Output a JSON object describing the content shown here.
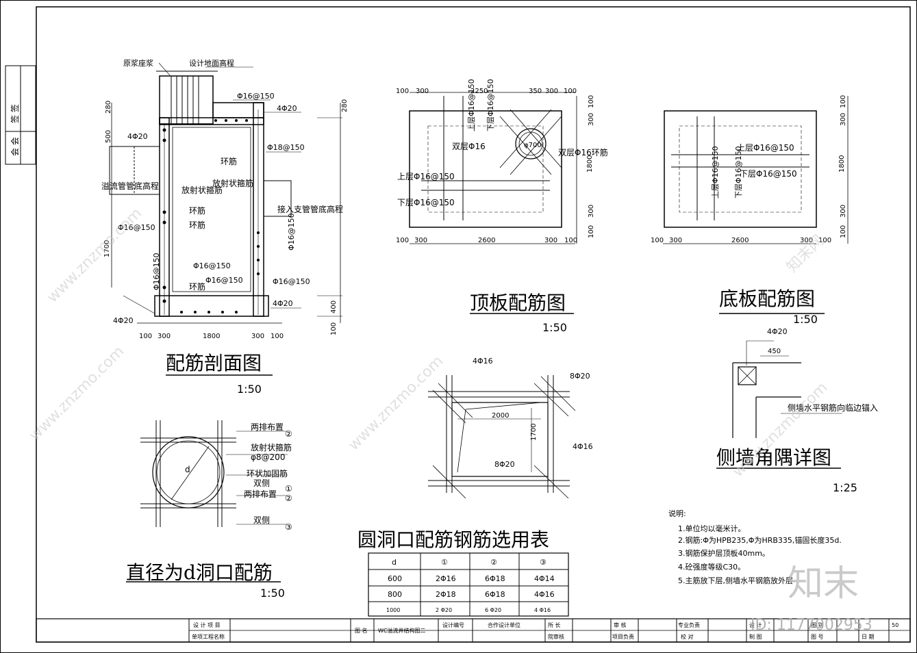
{
  "left_strip": {
    "cells": [
      "签 签",
      "会 会"
    ]
  },
  "section": {
    "title": "配筋剖面图",
    "scale": "1:50",
    "labels": {
      "cement": "原浆座浆",
      "ground": "设计地面高程",
      "rebar_top": "Φ16@150",
      "rebar_4phi20_a": "4Φ20",
      "rebar_4phi20_b": "4Φ20",
      "rebar_phi18": "Φ18@150",
      "ring1": "环筋",
      "radial": "放射状箍筋",
      "overflow": "溢流管管底高程",
      "branch": "接入支管管底高程",
      "ring2": "环筋",
      "ring3": "环筋",
      "phi16_left": "Φ16@150",
      "phi16_vert_r": "Φ16@150",
      "phi16_a": "Φ16@150",
      "phi16_b": "Φ16@150",
      "phi16_c": "Φ16@150",
      "ring4": "环筋",
      "rebar_4phi20_c": "4Φ20",
      "rebar_4phi20_d": "4Φ20",
      "phi16_vert_l": "Φ16@150"
    },
    "dims_bottom": [
      "100",
      "300",
      "1800",
      "300",
      "100"
    ],
    "dims_left": [
      "280",
      "500",
      "1700"
    ],
    "dims_right": [
      "280",
      "400",
      "100"
    ]
  },
  "top_plate": {
    "title": "顶板配筋图",
    "scale": "1:50",
    "labels": {
      "upper1": "上层Φ16@150",
      "lower1": "下层Φ16@150",
      "double": "双层Φ16",
      "double_ring": "双层Φ16环筋",
      "dia": "φ700",
      "upper2": "上层Φ16@150",
      "lower2": "下层Φ16@150"
    },
    "dims_top": [
      "100",
      "300",
      "2250",
      "350",
      "300",
      "100"
    ],
    "dims_bottom": [
      "100",
      "300",
      "2600",
      "300",
      "100"
    ],
    "dims_right": [
      "100",
      "300",
      "1800",
      "300",
      "100"
    ]
  },
  "bottom_plate": {
    "title": "底板配筋图",
    "scale": "1:50",
    "labels": {
      "upper": "上层Φ16@150",
      "lower": "下层Φ16@150",
      "upper_v": "上层Φ16@150",
      "lower_v": "下层Φ16@150"
    },
    "dims_bottom": [
      "100",
      "300",
      "2600",
      "300",
      "100"
    ],
    "dims_right": [
      "100",
      "300",
      "1800",
      "300",
      "100"
    ]
  },
  "opening": {
    "labels": {
      "r1": "4Φ16",
      "r2": "8Φ20",
      "w": "2000",
      "h": "1700",
      "r3": "4Φ16",
      "r4": "8Φ20"
    }
  },
  "corner": {
    "title": "侧墙角隅详图",
    "scale": "1:25",
    "labels": {
      "rebar": "4Φ20",
      "len": "450",
      "note": "侧墙水平钢筋向临边锚入"
    }
  },
  "circle": {
    "title": "直径为d洞口配筋",
    "scale": "1:50",
    "labels": {
      "l1": "两排布置",
      "c2a": "②",
      "l2": "放射状箍筋",
      "l3": "φ8@200",
      "l4": "环状加固筋",
      "l5": "双侧",
      "c1": "①",
      "l6": "两排布置",
      "c2b": "②",
      "l7": "双侧",
      "c3": "③",
      "d": "d"
    }
  },
  "table": {
    "title": "圆洞口配筋钢筋选用表",
    "headers": [
      "d",
      "①",
      "②",
      "③"
    ],
    "rows": [
      [
        "600",
        "2Φ16",
        "6Φ18",
        "4Φ14"
      ],
      [
        "800",
        "2Φ18",
        "6Φ18",
        "4Φ16"
      ],
      [
        "1000",
        "2 Φ20",
        "6 Φ20",
        "4 Φ16"
      ]
    ]
  },
  "notes": {
    "title": "说明:",
    "items": [
      "1.单位均以毫米计。",
      "2.钢筋:Φ为HPB235,Φ为HRB335,锚固长度35d.",
      "3.钢筋保护层顶板40mm。",
      "4.砼强度等级C30。",
      "5.主筋放下层,侧墙水平钢筋放外层"
    ]
  },
  "title_block": {
    "project": "设 计 项 目",
    "single": "单项工程名称",
    "name_lbl": "图 名",
    "name_val": "WC溢流井结构图二",
    "design_no": "设计编号",
    "coop": "合作设计单位",
    "chief": "所 长",
    "review_chief": "院审核",
    "review": "审 核",
    "project_lead": "项目负责",
    "pro_lead": "专业负责",
    "check": "校 对",
    "design": "设 计",
    "draw": "制 图",
    "fig": "图 别",
    "fig_no": "图 号",
    "date": "日 期",
    "sheet": "50"
  },
  "watermark": {
    "brand": "知末",
    "id": "ID: 1177002953",
    "site": "www.znzmo.com",
    "cn": "知末网"
  }
}
